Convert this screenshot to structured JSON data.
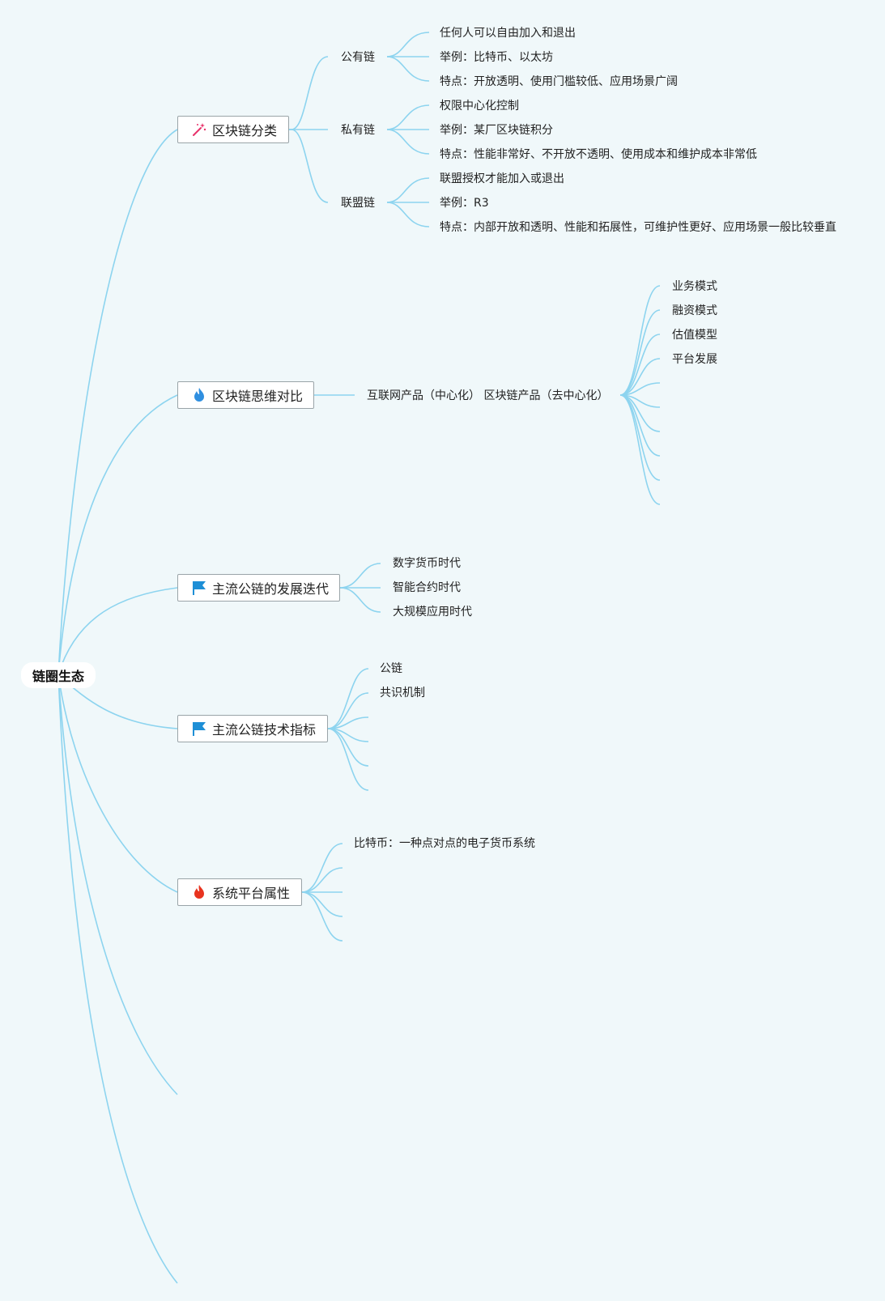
{
  "root": "链圈生态",
  "branches": {
    "classify": {
      "label": "区块链分类",
      "icon": "magic-wand-icon",
      "public": {
        "label": "公有链",
        "items": [
          "任何人可以自由加入和退出",
          "举例：比特币、以太坊",
          "特点：开放透明、使用门槛较低、应用场景广阔"
        ]
      },
      "private": {
        "label": "私有链",
        "items": [
          "权限中心化控制",
          "举例：某厂区块链积分",
          "特点：性能非常好、不开放不透明、使用成本和维护成本非常低"
        ]
      },
      "consortium": {
        "label": "联盟链",
        "items": [
          "联盟授权才能加入或退出",
          "举例：R3",
          "特点：内部开放和透明、性能和拓展性，可维护性更好、应用场景一般比较垂直"
        ]
      }
    },
    "thinking": {
      "label": "区块链思维对比",
      "icon": "flame-blue-icon",
      "compare": "互联网产品（中心化） 区块链产品（去中心化）",
      "items": [
        "业务模式",
        "融资模式",
        "估值模型",
        "平台发展"
      ]
    },
    "iteration": {
      "label": "主流公链的发展迭代",
      "icon": "flag-icon",
      "items": [
        "数字货币时代",
        "智能合约时代",
        "大规模应用时代"
      ]
    },
    "metrics": {
      "label": "主流公链技术指标",
      "icon": "flag-icon",
      "items": [
        "公链",
        "共识机制"
      ]
    },
    "platform": {
      "label": "系统平台属性",
      "icon": "flame-red-icon",
      "items": [
        "比特币：一种点对点的电子货币系统"
      ]
    }
  },
  "colors": {
    "background": "#f0f8fa",
    "connector": "#8dd4ef",
    "flag": "#1e8fd6",
    "flame_red": "#e8331f",
    "flame_blue": "#2f8fe0",
    "wand": "#e8336b"
  }
}
